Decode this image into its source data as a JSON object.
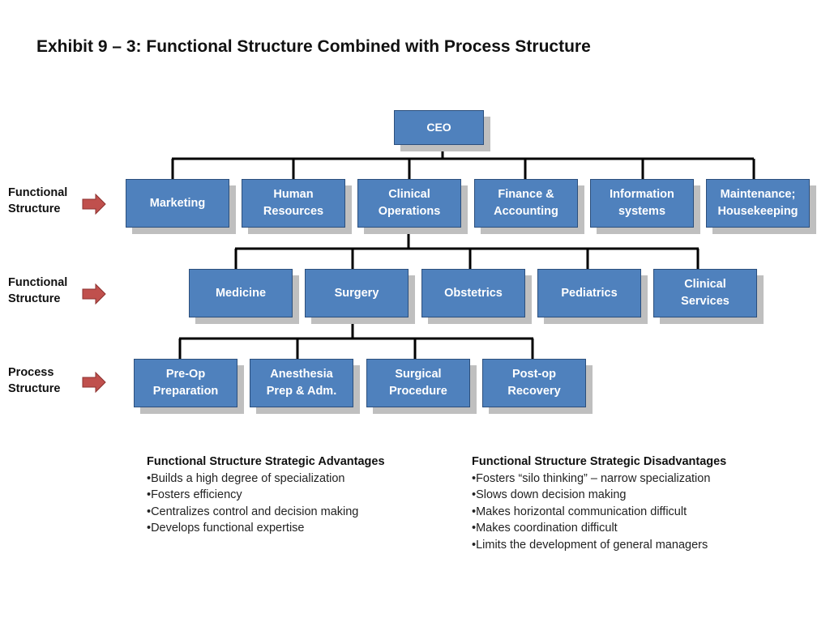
{
  "title": "Exhibit 9 – 3:  Functional Structure Combined with Process Structure",
  "colors": {
    "box_fill": "#4f81bd",
    "box_border": "#2c4f7c",
    "shadow": "#bfbfbf",
    "arrow_fill": "#c0504d",
    "line": "#000000"
  },
  "row_labels": [
    "Functional\nStructure",
    "Functional\nStructure",
    "Process\nStructure"
  ],
  "ceo": "CEO",
  "level1": [
    "Marketing",
    "Human\nResources",
    "Clinical\nOperations",
    "Finance &\nAccounting",
    "Information\nsystems",
    "Maintenance;\nHousekeeping"
  ],
  "level2": [
    "Medicine",
    "Surgery",
    "Obstetrics",
    "Pediatrics",
    "Clinical\nServices"
  ],
  "level3": [
    "Pre-Op\nPreparation",
    "Anesthesia\nPrep & Adm.",
    "Surgical\nProcedure",
    "Post-op\nRecovery"
  ],
  "advantages": {
    "title": "Functional Structure Strategic Advantages",
    "items": [
      "•Builds a high degree of specialization",
      "•Fosters efficiency",
      "•Centralizes control and decision making",
      "•Develops functional expertise"
    ]
  },
  "disadvantages": {
    "title": "Functional Structure Strategic Disadvantages",
    "items": [
      "•Fosters “silo thinking” – narrow specialization",
      "•Slows down decision making",
      "•Makes horizontal communication difficult",
      "•Makes coordination difficult",
      "•Limits the development of general managers"
    ]
  }
}
